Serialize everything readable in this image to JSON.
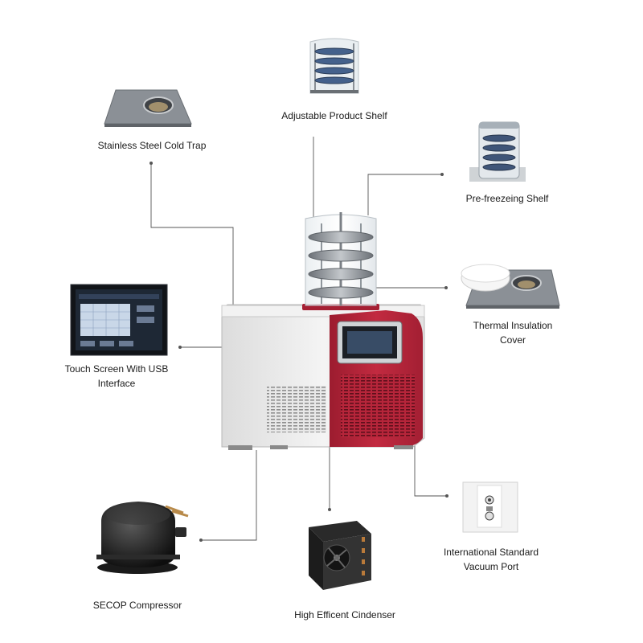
{
  "labels": {
    "cold_trap": "Stainless Steel Cold Trap",
    "product_shelf": "Adjustable Product Shelf",
    "prefreezing_shelf": "Pre-freezeing Shelf",
    "insulation_cover_line1": "Thermal Insulation",
    "insulation_cover_line2": "Cover",
    "touch_screen_line1": "Touch Screen With USB",
    "touch_screen_line2": "Interface",
    "vacuum_port_line1": "International Standard",
    "vacuum_port_line2": "Vacuum Port",
    "compressor": "SECOP Compressor",
    "condenser": "High Efficent Cindenser"
  },
  "colors": {
    "accent_red": "#b8243a",
    "body_white": "#eeeeee",
    "steel": "#8a8f96",
    "leader_line": "#555555"
  }
}
